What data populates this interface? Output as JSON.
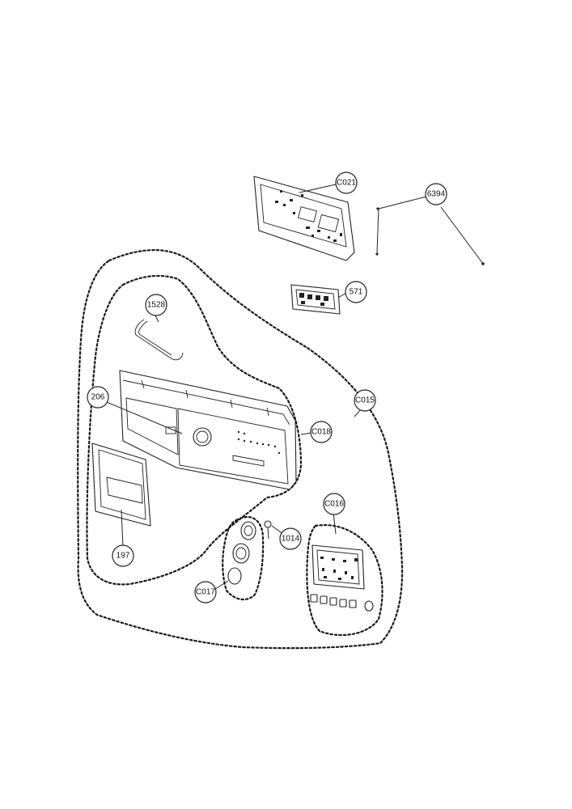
{
  "callouts": {
    "c021": "C021",
    "c6394": "6394",
    "c571": "571",
    "c1528": "1528",
    "c206": "206",
    "c015": "C015",
    "c018": "C018",
    "c197": "197",
    "c016": "C016",
    "c1014": "1014",
    "c017": "C017"
  }
}
